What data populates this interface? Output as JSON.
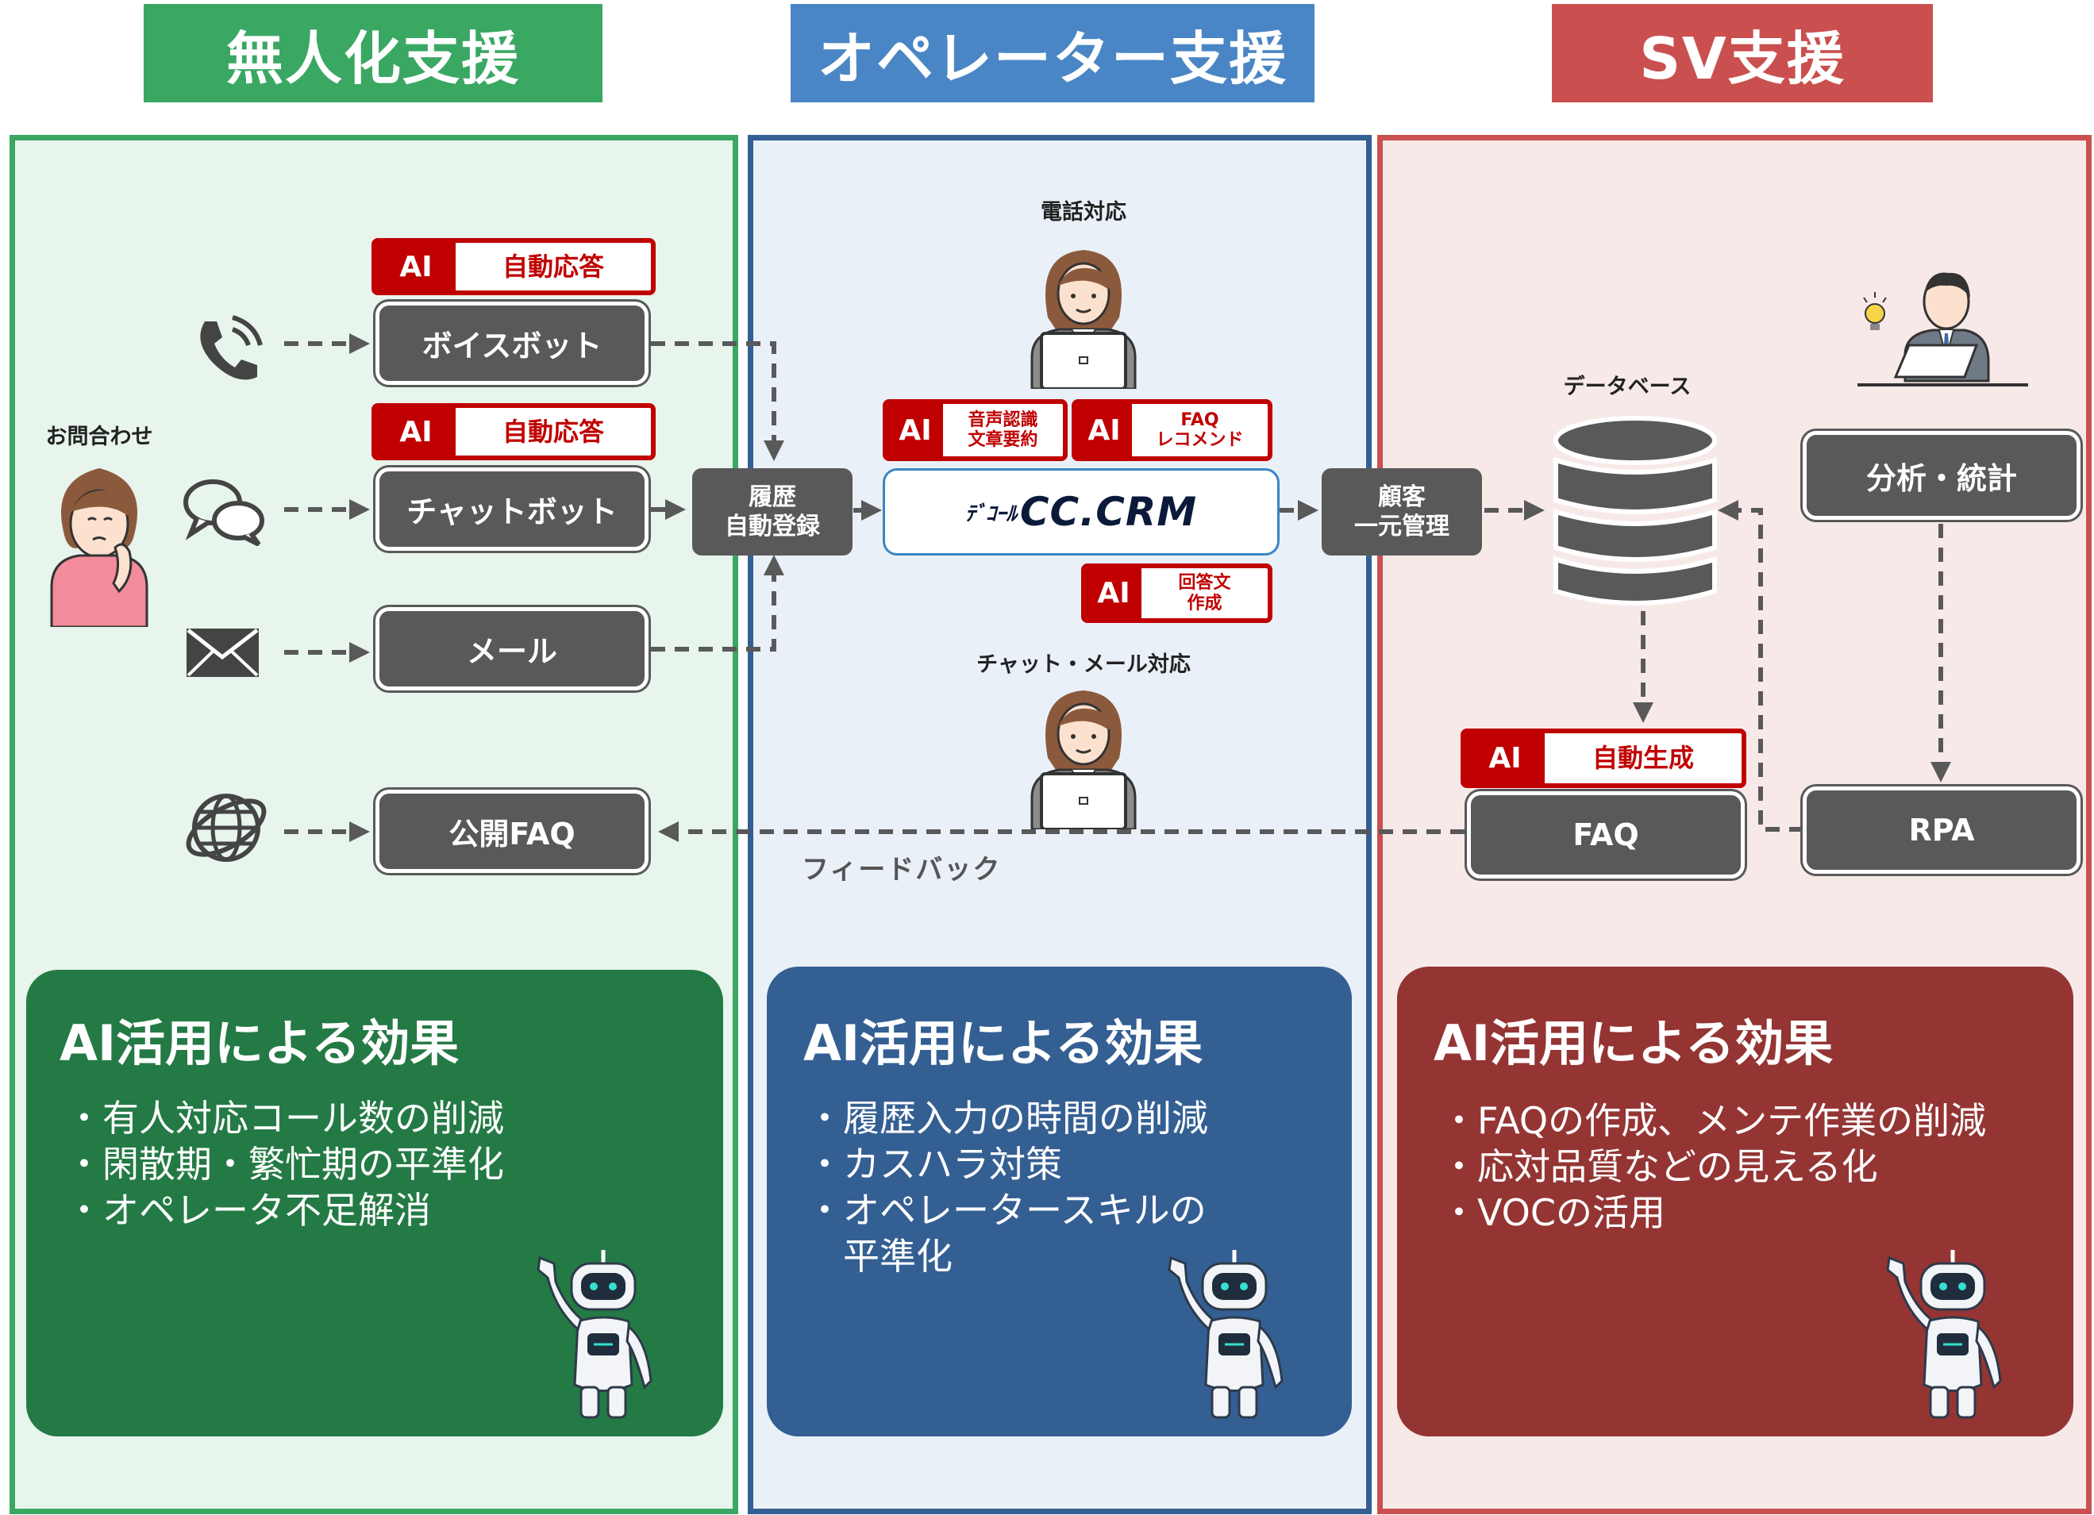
{
  "sections": {
    "unmanned": {
      "title": "無人化支援",
      "color": "#3aa763"
    },
    "operator": {
      "title": "オペレーター支援",
      "color": "#4a86c5"
    },
    "sv": {
      "title": "SV支援",
      "color": "#c9504f"
    }
  },
  "channels": {
    "inquiry_label": "お問合わせ",
    "voicebot": "ボイスボット",
    "chatbot": "チャットボット",
    "mail": "メール",
    "public_faq": "公開FAQ"
  },
  "badges": {
    "ai": "AI",
    "auto_answer_1": "自動応答",
    "auto_answer_2": "自動応答",
    "speech": "音声認識\n文章要約",
    "faq_recommend": "FAQ\nレコメンド",
    "reply_create": "回答文\n作成",
    "auto_generate": "自動生成"
  },
  "operator_area": {
    "phone_label": "電話対応",
    "chat_label": "チャット・メール対応",
    "history_line1": "履歴",
    "history_line2": "自動登録",
    "crm_brand": "ﾃﾞｺｰﾙ",
    "crm_name": "CC.CRM",
    "feedback": "フィードバック"
  },
  "sv_area": {
    "customer_line1": "顧客",
    "customer_line2": "一元管理",
    "database": "データベース",
    "analysis": "分析・統計",
    "faq": "FAQ",
    "rpa": "RPA"
  },
  "effects": {
    "unmanned": {
      "title": "AI活用による効果",
      "color": "#247a45",
      "items": [
        "・有人対応コール数の削減",
        "・閑散期・繁忙期の平準化",
        "・オペレータ不足解消"
      ]
    },
    "operator": {
      "title": "AI活用による効果",
      "color": "#345f93",
      "items": [
        "・履歴入力の時間の削減",
        "・カスハラ対策",
        "・オペレータースキルの",
        "　平準化"
      ]
    },
    "sv": {
      "title": "AI活用による効果",
      "color": "#943534",
      "items": [
        "・FAQの作成、メンテ作業の削減",
        "・応対品質などの見える化",
        "・VOCの活用"
      ]
    }
  }
}
